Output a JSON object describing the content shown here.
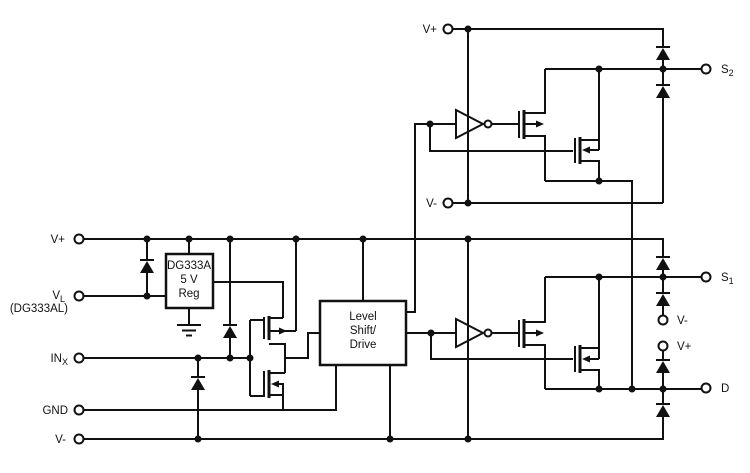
{
  "colors": {
    "ink": "#111111",
    "background": "#ffffff"
  },
  "terminals": {
    "top_v_plus": {
      "label": "V+"
    },
    "top_v_minus": {
      "label": "V-"
    },
    "s2": {
      "base": "S",
      "sub": "2"
    },
    "main_v_plus": {
      "label": "V+"
    },
    "v_l": {
      "base": "V",
      "sub": "L",
      "variant": "(DG333AL)"
    },
    "in_x": {
      "base": "IN",
      "sub": "X"
    },
    "gnd": {
      "label": "GND"
    },
    "main_v_minus": {
      "label": "V-"
    },
    "s1": {
      "base": "S",
      "sub": "1"
    },
    "mid_v_minus": {
      "label": "V-"
    },
    "mid_v_plus": {
      "label": "V+"
    },
    "d": {
      "label": "D"
    }
  },
  "blocks": {
    "regulator": {
      "lines": [
        "DG333A",
        "5 V",
        "Reg"
      ]
    },
    "level_shift": {
      "lines": [
        "Level",
        "Shift/",
        "Drive"
      ]
    }
  }
}
